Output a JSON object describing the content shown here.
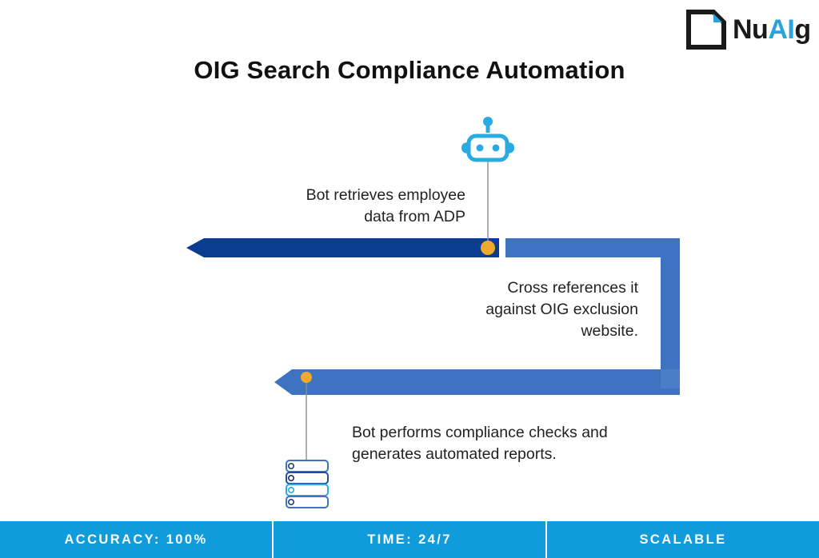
{
  "brand": {
    "logo_icon": "document-corner-fold-icon",
    "name_part1": "Nu",
    "name_part2": "AI",
    "name_part3": "g",
    "accent_color": "#29A3DC",
    "dark_color": "#1A1A1A"
  },
  "header": {
    "title": "OIG Search Compliance Automation"
  },
  "diagram": {
    "colors": {
      "navy": "#0A3D91",
      "medium_blue": "#3D73C0",
      "dot_orange": "#F0A92B",
      "connector_gray": "#8C8C8C",
      "icon_blue": "#29ABE2"
    },
    "steps": [
      {
        "id": "step-1",
        "icon": "robot-head-icon",
        "text": "Bot retrieves employee\ndata from ADP",
        "align": "right",
        "bar_color": "#0A3D91"
      },
      {
        "id": "step-2",
        "icon": "none",
        "text": "Cross references it\nagainst OIG exclusion\nwebsite.",
        "align": "right",
        "bar_color": "#3D73C0"
      },
      {
        "id": "step-3",
        "icon": "server-stack-icon",
        "text": "Bot performs compliance checks and\ngenerates automated reports.",
        "align": "left",
        "bar_color": "#3D73C0"
      }
    ]
  },
  "footer": {
    "background": "#109BDB",
    "cells": [
      {
        "label": "ACCURACY: 100%"
      },
      {
        "label": "TIME: 24/7"
      },
      {
        "label": "SCALABLE"
      }
    ]
  }
}
